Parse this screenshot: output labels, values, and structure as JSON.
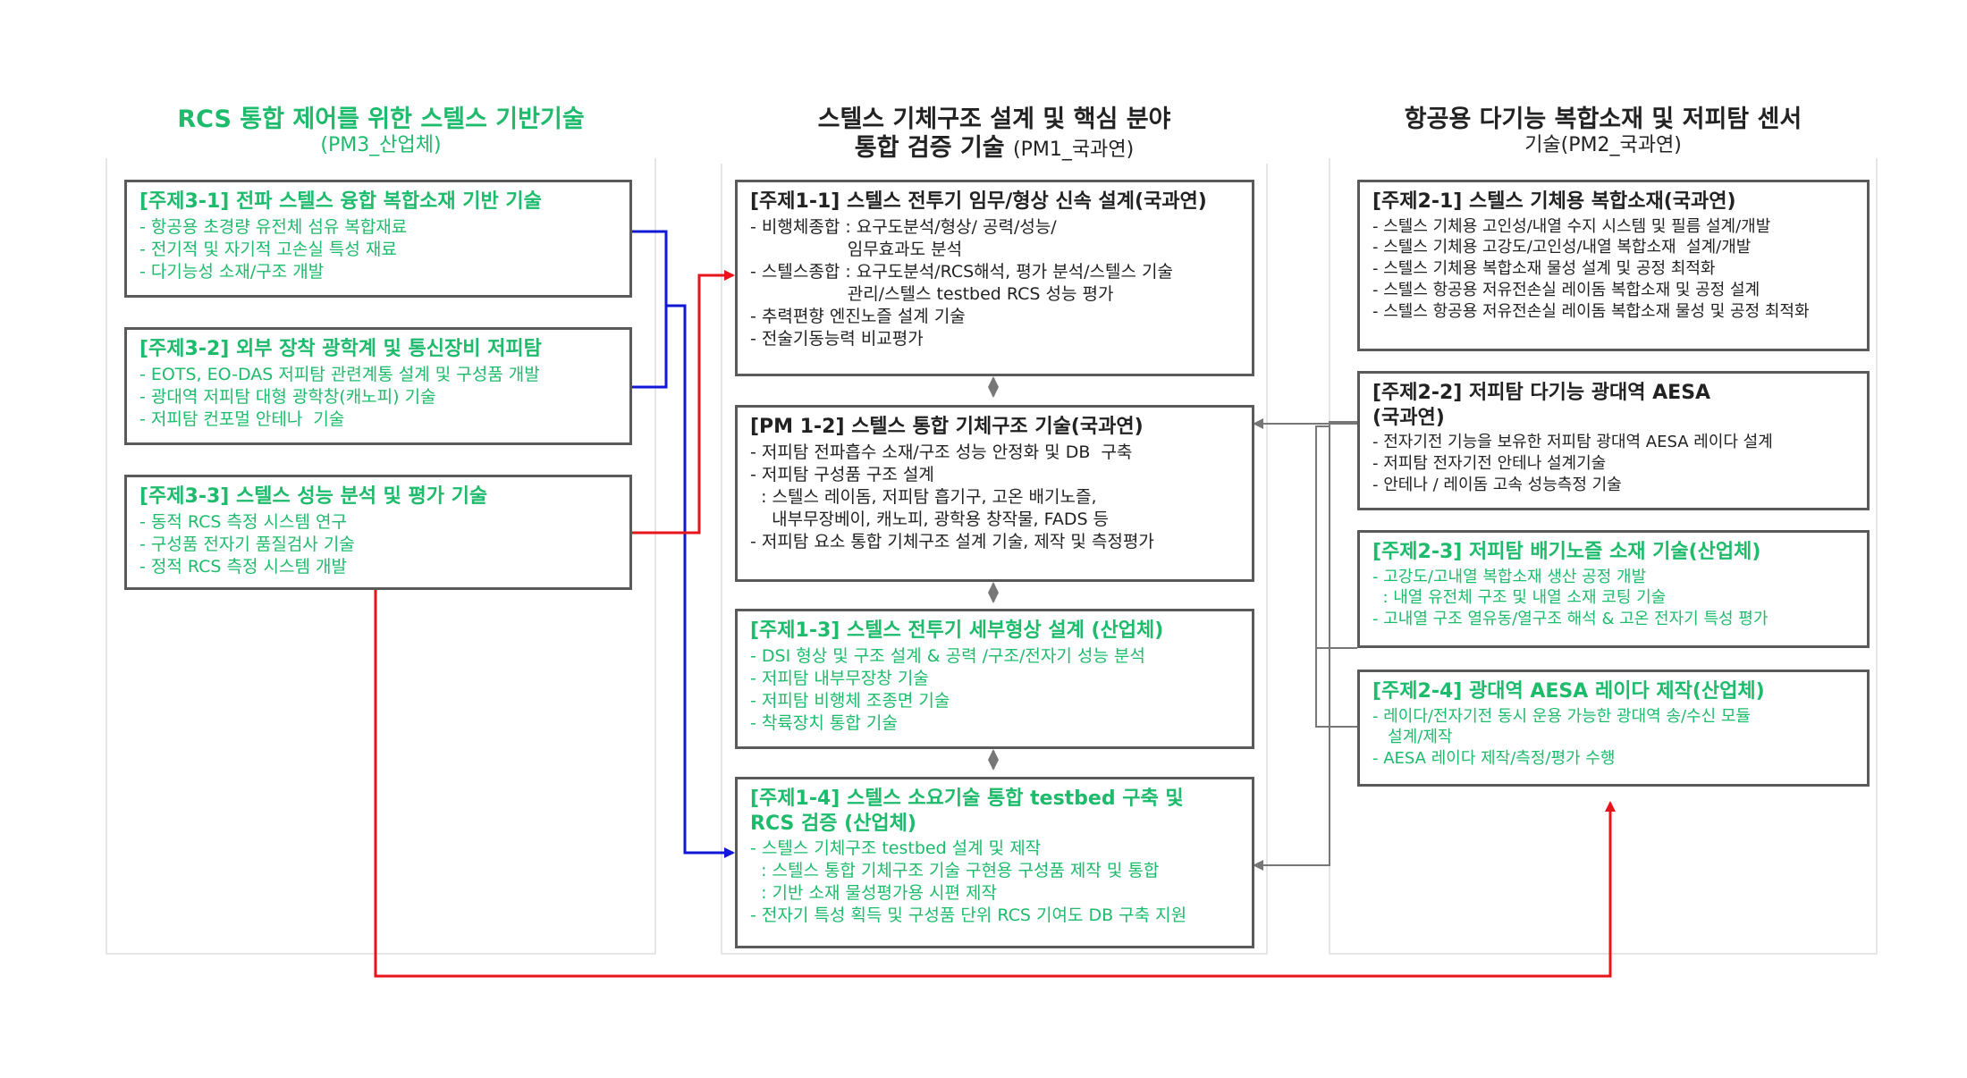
{
  "columns": {
    "left": {
      "title": "RCS 통합 제어를 위한 스텔스  기반기술",
      "subtitle": "(PM3_산업체)"
    },
    "center": {
      "title_line1": "스텔스 기체구조 설계 및 핵심 분야",
      "title_line2": "통합 검증 기술",
      "subtitle": "(PM1_국과연)"
    },
    "right": {
      "title": "항공용 다기능 복합소재 및 저피탐 센서",
      "subtitle": "기술(PM2_국과연)"
    }
  },
  "boxes": {
    "b3_1": {
      "title": "[주제3-1] 전파 스텔스 융합 복합소재 기반 기술",
      "items": [
        "- 항공용 초경량 유전체 섬유 복합재료",
        "- 전기적 및 자기적 고손실 특성 재료",
        "- 다기능성 소재/구조 개발"
      ]
    },
    "b3_2": {
      "title": "[주제3-2] 외부 장착 광학계 및 통신장비 저피탐",
      "items": [
        "- EOTS, EO-DAS 저피탐 관련계통 설계 및 구성품 개발",
        "- 광대역 저피탐 대형 광학창(캐노피) 기술",
        "- 저피탐 컨포멀 안테나  기술"
      ]
    },
    "b3_3": {
      "title": "[주제3-3] 스텔스 성능 분석 및 평가 기술",
      "items": [
        "- 동적 RCS 측정 시스템 연구",
        "- 구성품 전자기 품질검사 기술",
        "- 정적 RCS 측정 시스템 개발"
      ]
    },
    "b1_1": {
      "title": "[주제1-1] 스텔스 전투기 임무/형상 신속 설계(국과연)",
      "items": [
        "- 비행체종합 : 요구도분석/형상/ 공력/성능/",
        "                  임무효과도 분석",
        "- 스텔스종합 : 요구도분석/RCS해석, 평가 분석/스텔스 기술",
        "                  관리/스텔스 testbed RCS 성능 평가",
        "- 추력편향 엔진노즐 설계 기술",
        "- 전술기동능력 비교평가"
      ]
    },
    "b1_2": {
      "title": "[PM 1-2] 스텔스 통합 기체구조 기술(국과연)",
      "items": [
        "- 저피탐 전파흡수 소재/구조 성능 안정화 및 DB  구축",
        "- 저피탐 구성품 구조 설계",
        "  : 스텔스 레이돔, 저피탐 흡기구, 고온 배기노즐,",
        "    내부무장베이, 캐노피, 광학용 창작물, FADS 등",
        "- 저피탐 요소 통합 기체구조 설계 기술, 제작 및 측정평가"
      ]
    },
    "b1_3": {
      "title": "[주제1-3] 스텔스 전투기 세부형상 설계 (산업체)",
      "items": [
        "- DSI 형상 및 구조 설계 & 공력 /구조/전자기 성능 분석",
        "- 저피탐 내부무장창 기술",
        "- 저피탐 비행체 조종면 기술",
        "- 착륙장치 통합 기술"
      ]
    },
    "b1_4": {
      "title_line1": "[주제1-4] 스텔스 소요기술 통합 testbed 구축 및",
      "title_line2": "RCS 검증 (산업체)",
      "items": [
        "- 스텔스 기체구조 testbed 설계 및 제작",
        "  : 스텔스 통합 기체구조 기술 구현용 구성품 제작 및 통합",
        "  : 기반 소재 물성평가용 시편 제작",
        "- 전자기 특성 획득 및 구성품 단위 RCS 기여도 DB 구축 지원"
      ]
    },
    "b2_1": {
      "title": "[주제2-1] 스텔스 기체용 복합소재(국과연)",
      "items": [
        "- 스텔스 기체용 고인성/내열 수지 시스템 및 필름 설계/개발",
        "- 스텔스 기체용 고강도/고인성/내열 복합소재  설계/개발",
        "- 스텔스 기체용 복합소재 물성 설계 및 공정 최적화",
        "- 스텔스 항공용 저유전손실 레이돔 복합소재 및 공정 설계",
        "- 스텔스 항공용 저유전손실 레이돔 복합소재 물성 및 공정 최적화"
      ]
    },
    "b2_2": {
      "title_line1": "[주제2-2] 저피탐 다기능 광대역 AESA",
      "title_line2": "(국과연)",
      "items": [
        "- 전자기전 기능을 보유한 저피탐 광대역 AESA 레이다 설계",
        "- 저피탐 전자기전 안테나 설계기술",
        "- 안테나 / 레이돔 고속 성능측정 기술"
      ]
    },
    "b2_3": {
      "title": "[주제2-3] 저피탐 배기노즐 소재 기술(산업체)",
      "items": [
        "- 고강도/고내열 복합소재 생산 공정 개발",
        "  : 내열 유전체 구조 및 내열 소재 코팅 기술",
        "- 고내열 구조 열유동/열구조 해석 & 고온 전자기 특성 평가"
      ]
    },
    "b2_4": {
      "title": "[주제2-4] 광대역 AESA 레이다 제작(산업체)",
      "items": [
        "- 레이다/전자기전 동시 운용 가능한 광대역 송/수신 모듈",
        "   설계/제작",
        "- AESA 레이다 제작/측정/평가 수행"
      ]
    }
  },
  "colors": {
    "accent_green": "#1dbb6b",
    "arrow_red": "#e8131b",
    "arrow_blue": "#1017d6",
    "box_border": "#5a5a5a",
    "connector_gray": "#777777"
  }
}
